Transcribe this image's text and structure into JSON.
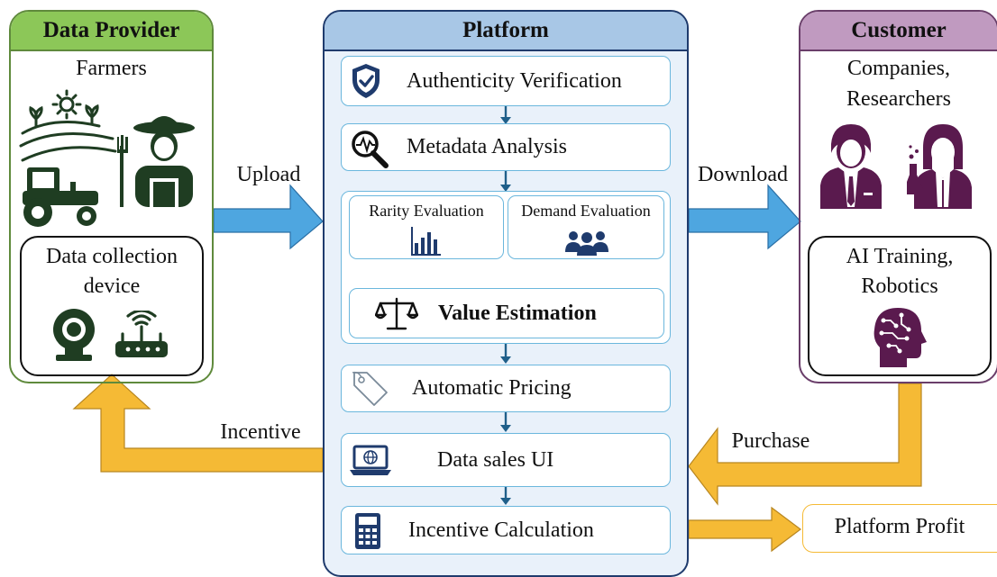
{
  "data_provider": {
    "title": "Data Provider",
    "farmers_label": "Farmers",
    "device_label_line1": "Data collection",
    "device_label_line2": "device",
    "icons": [
      "farm-field-icon",
      "tractor-icon",
      "farmer-icon",
      "webcam-icon",
      "wifi-router-icon"
    ]
  },
  "platform": {
    "title": "Platform",
    "steps": {
      "authenticity": "Authenticity Verification",
      "metadata": "Metadata Analysis",
      "rarity": "Rarity Evaluation",
      "demand": "Demand Evaluation",
      "value": "Value Estimation",
      "pricing": "Automatic Pricing",
      "sales_ui": "Data sales UI",
      "incentive_calc": "Incentive Calculation"
    }
  },
  "customer": {
    "title": "Customer",
    "label_line1": "Companies,",
    "label_line2": "Researchers",
    "use_line1": "AI Training,",
    "use_line2": "Robotics",
    "icons": [
      "businessman-icon",
      "scientist-icon",
      "ai-head-icon"
    ]
  },
  "flows": {
    "upload": "Upload",
    "download": "Download",
    "incentive": "Incentive",
    "purchase": "Purchase",
    "platform_profit": "Platform Profit"
  },
  "colors": {
    "provider_green": "#8cc758",
    "provider_border": "#5f8a3c",
    "platform_blue": "#a8c7e6",
    "platform_border": "#1f3b6d",
    "customer_purple": "#c09ac0",
    "customer_border": "#6a3e6a",
    "flow_blue": "#4ea6e0",
    "flow_gold": "#f5ba35",
    "icon_dark_green": "#1f3d22",
    "icon_purple": "#5a1a4e",
    "icon_navy": "#1f3b6d"
  }
}
